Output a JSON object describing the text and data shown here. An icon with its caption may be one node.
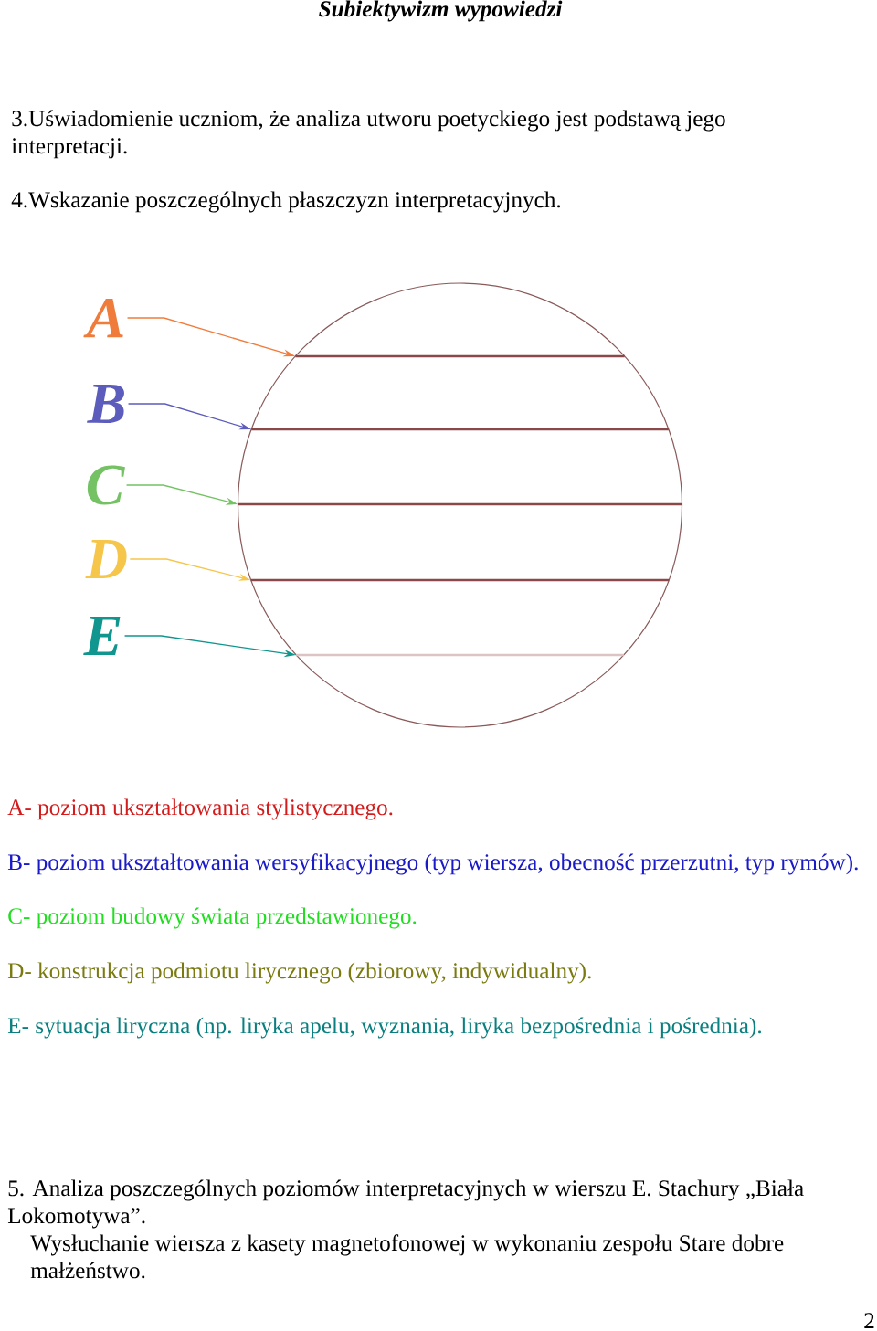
{
  "diagram": {
    "title": "Subiektywizm wypowiedzi",
    "nodes": [
      {
        "text": [
          "A"
        ]
      },
      {
        "text": [
          "B"
        ]
      },
      {
        "text": [
          "C"
        ]
      },
      {
        "text": [
          "D"
        ]
      },
      {
        "text": [
          "E"
        ]
      },
      {
        "text": [],
        "shape": "line"
      },
      {
        "text": [],
        "shape": "line"
      },
      {
        "text": [],
        "shape": "line"
      },
      {
        "text": [],
        "shape": "line"
      },
      {
        "text": [],
        "shape": "line"
      }
    ],
    "edges": [
      {
        "from": 0,
        "to": 5,
        "arrow": "to",
        "color": "#f07c3c"
      },
      {
        "from": 1,
        "to": 6,
        "arrow": "to",
        "color": "#5c5cbc"
      },
      {
        "from": 2,
        "to": 7,
        "arrow": "to",
        "color": "#74c264"
      },
      {
        "from": 3,
        "to": 8,
        "arrow": "to",
        "color": "#f6c64a"
      },
      {
        "from": 4,
        "to": 9,
        "arrow": "to",
        "color": "#10968e"
      }
    ],
    "labels": [
      "3.Uświadomienie uczniom, że analiza utworu poetyckiego jest podstawą jego interpretacji.",
      "4.Wskazanie poszczególnych płaszczyzn interpretacyjnych.",
      "A- poziom ukształtowania stylistycznego.",
      "B- poziom ukształtowania wersyfikacyjnego (typ wiersza, obecność przerzutni, typ rymów).",
      "C- poziom budowy świata przedstawionego.",
      "D- konstrukcja podmiotu lirycznego (zbiorowy, indywidualny).",
      "E- sytuacja liryczna (np. liryka apelu, wyznania, liryka bezpośrednia i pośrednia).",
      "5. Analiza poszczególnych poziomów interpretacyjnych w wierszu E. Stachury „Biała Lokomotywa”.",
      "Wysłuchanie wiersza z kasety magnetofonowej w wykonaniu zespołu Stare dobre małżeństwo.",
      "2"
    ]
  }
}
